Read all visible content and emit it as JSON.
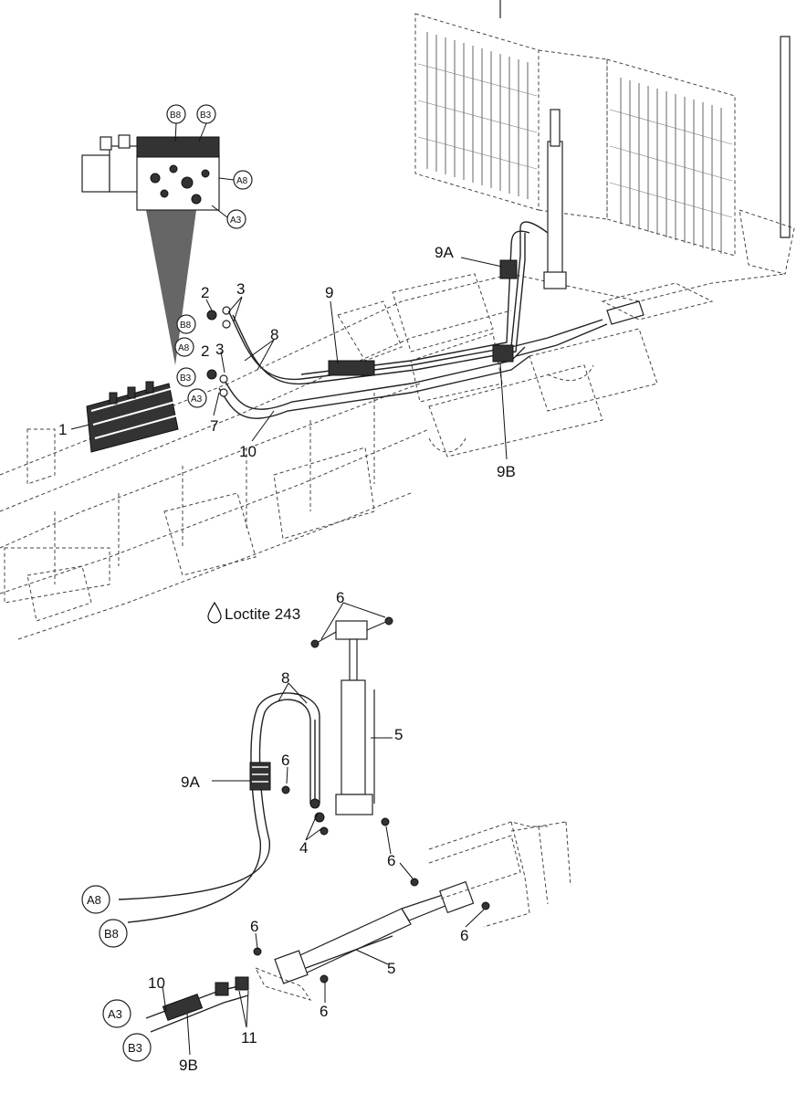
{
  "note": "Loctite 243",
  "callouts": {
    "c1": "1",
    "c2a": "2",
    "c2b": "2",
    "c3a": "3",
    "c3b": "3",
    "c7": "7",
    "c8a": "8",
    "c9": "9",
    "c9Aa": "9A",
    "c9Ba": "9B",
    "c10a": "10",
    "c6a": "6",
    "c8b": "8",
    "c5a": "5",
    "c6b": "6",
    "c9Ab": "9A",
    "c4": "4",
    "c6c": "6",
    "c6d": "6",
    "c6e": "6",
    "c5b": "5",
    "c6f": "6",
    "c10b": "10",
    "c11": "11",
    "c9Bb": "9B"
  },
  "ports": {
    "inset_b8": "B8",
    "inset_b3": "B3",
    "inset_a8": "A8",
    "inset_a3": "A3",
    "top_b8": "B8",
    "top_a8": "A8",
    "top_b3": "B3",
    "top_a3": "A3",
    "bot_a8": "A8",
    "bot_b8": "B8",
    "bot_a3": "A3",
    "bot_b3": "B3"
  },
  "icons": {
    "drop": "drop-icon"
  }
}
